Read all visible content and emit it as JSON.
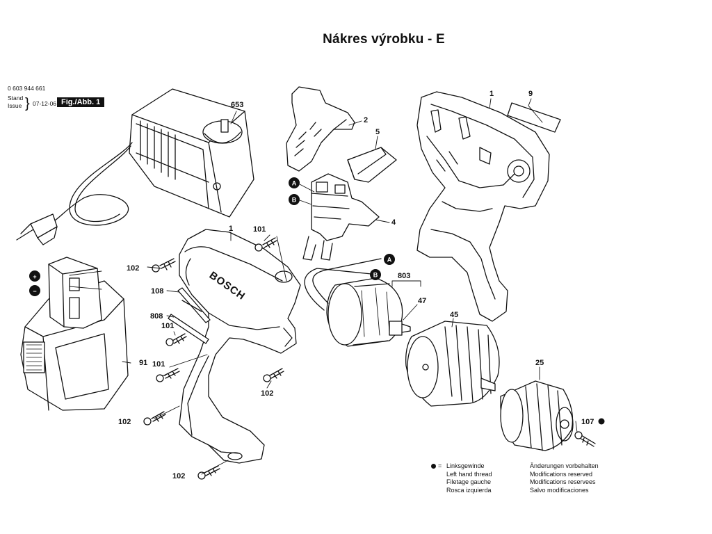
{
  "title": "Nákres výrobku - E",
  "meta": {
    "part_number": "0 603 944 661",
    "stand_label": "Stand",
    "issue_label": "Issue",
    "date": "07-12-06",
    "figure": "Fig./Abb. 1"
  },
  "callouts": {
    "charger": "653",
    "housing_left": "1",
    "housing_right": "1",
    "cover": "2",
    "switch_cover": "5",
    "switch": "4",
    "nameplate": "9",
    "motor_assembly": "803",
    "motor_pinion": "47",
    "gearbox": "45",
    "chuck": "25",
    "chuck_screw": "107",
    "screw_101_top": "101",
    "screw_101_mid": "101",
    "screw_101_low": "101",
    "screw_102_top": "102",
    "screw_102_right": "102",
    "screw_102_low": "102",
    "screw_102_bottom": "102",
    "bit": "108",
    "bit_holder": "808",
    "battery": "91"
  },
  "markers": {
    "a": "A",
    "b": "B",
    "plus": "+",
    "minus": "−"
  },
  "brand_text": "BOSCH",
  "legend": {
    "left_hand_thread": [
      "Linksgewinde",
      "Left hand thread",
      "Filetage gauche",
      "Rosca izquierda"
    ],
    "changes_reserved": [
      "Änderungen vorbehalten",
      "Modifications reserved",
      "Modifications reservees",
      "Salvo modificaciones"
    ],
    "equals": "="
  }
}
